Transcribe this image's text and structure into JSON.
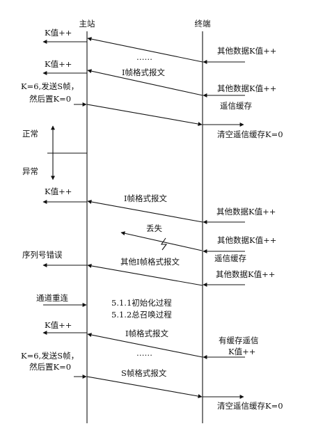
{
  "headers": {
    "master": "主站",
    "terminal": "终端"
  },
  "labels": {
    "k1": "K值++",
    "k2": "K值++",
    "k3": "K值++",
    "k4": "K值++",
    "dots1": "……",
    "dots2": "……",
    "other1": "其他数据K值++",
    "other2": "其他数据K值++",
    "other3": "其他数据K值++",
    "other4": "其他数据K值++",
    "other5": "其他数据K值++",
    "iframe1": "I帧格式报文",
    "iframe2": "I帧格式报文",
    "iframe3": "I帧格式报文",
    "other_iframe": "其他I帧格式报文",
    "sframe": "S帧格式报文",
    "k6_a1": "K=6,发送S帧，",
    "k6_a2": "然后置K=0",
    "k6_b1": "K=6,发送S帧，",
    "k6_b2": "然后置K=0",
    "cache1": "遥信缓存",
    "cache2": "遥信缓存",
    "clear1": "清空遥信缓存K=0",
    "clear2": "清空遥信缓存K=0",
    "normal": "正常",
    "abnormal": "异常",
    "lost": "丢失",
    "seq_error": "序列号错误",
    "reconnect": "通道重连",
    "init": "5.1.1初始化过程",
    "general_call": "5.1.2总召唤过程",
    "cached_yx1": "有缓存遥信",
    "cached_yx2": "K值++"
  }
}
